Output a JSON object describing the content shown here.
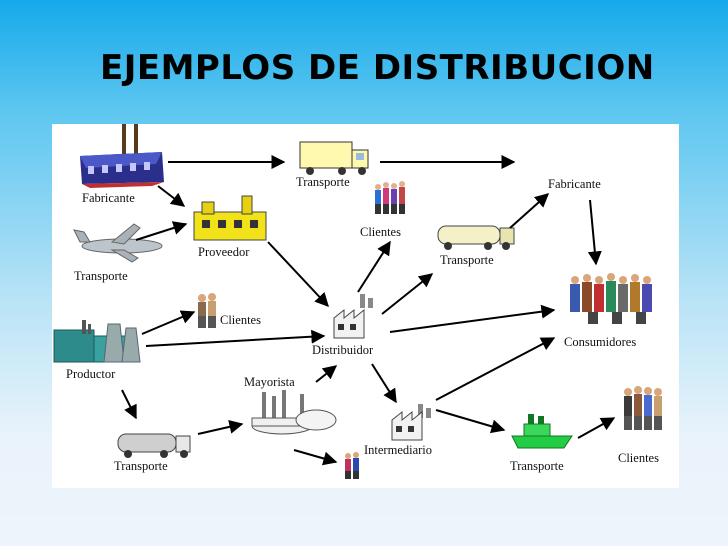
{
  "slide": {
    "title": "EJEMPLOS DE DISTRIBUCION"
  },
  "diagram": {
    "labels": {
      "fabricante_left": "Fabricante",
      "transporte_top": "Transporte",
      "proveedor": "Proveedor",
      "transporte_plane": "Transporte",
      "clientes_top": "Clientes",
      "transporte_tanker_right": "Transporte",
      "fabricante_right": "Fabricante",
      "clientes_mid": "Clientes",
      "productor": "Productor",
      "distribuidor": "Distribuidor",
      "consumidores": "Consumidores",
      "mayorista": "Mayorista",
      "transporte_tanker_left": "Transporte",
      "intermediario": "Intermediario",
      "transporte_ship": "Transporte",
      "clientes_bottom": "Clientes"
    }
  },
  "colors": {
    "background_top": "#16a9ea",
    "background_bottom": "#eef4fb",
    "panel": "#ffffff",
    "arrow": "#000000",
    "truck": "#fff9b0",
    "proveedor": "#f2e21a",
    "ship": "#22cc44"
  },
  "icons": [
    "factory-icon",
    "truck-icon",
    "plane-icon",
    "warehouse-icon",
    "people-icon",
    "tanker-truck-icon",
    "power-plant-icon",
    "distribution-center-icon",
    "crowd-icon",
    "refinery-icon",
    "ship-icon"
  ]
}
